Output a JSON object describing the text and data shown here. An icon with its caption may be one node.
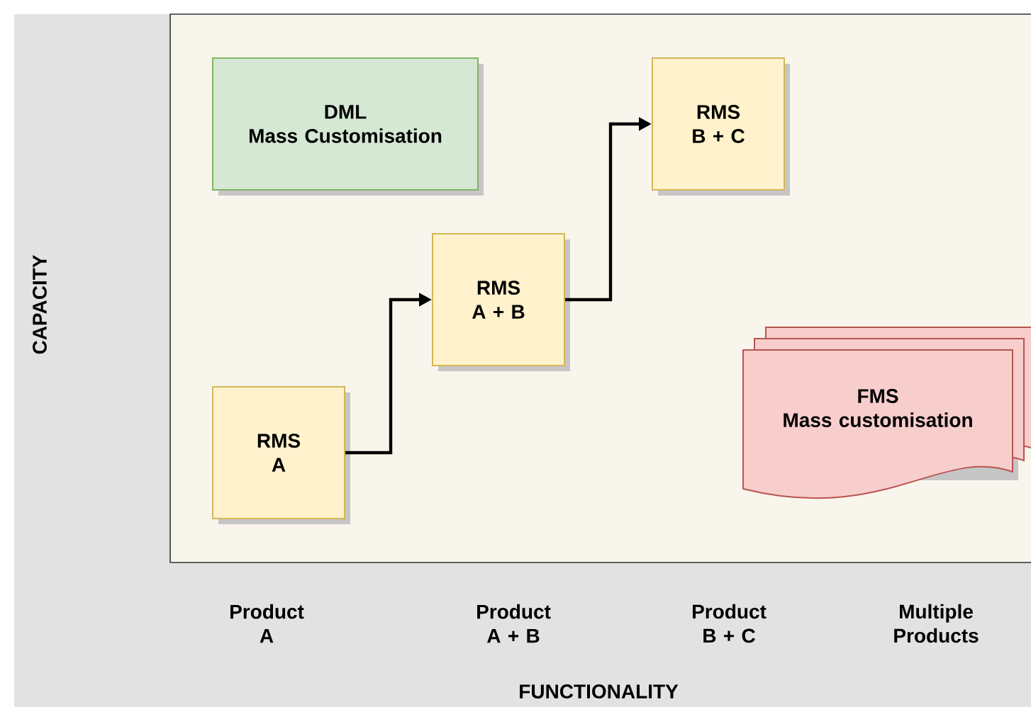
{
  "diagram": {
    "nodes": [
      {
        "text": [
          "DML",
          "Mass Customisation"
        ]
      },
      {
        "text": [
          "RMS",
          "A"
        ]
      },
      {
        "text": [
          "RMS",
          "A + B"
        ]
      },
      {
        "text": [
          "RMS",
          "B + C"
        ]
      },
      {
        "text": [
          "FMS",
          "Mass customisation"
        ]
      }
    ],
    "edges": [
      {
        "from": 1,
        "to": 2,
        "arrow": "to"
      },
      {
        "from": 2,
        "to": 3,
        "arrow": "to"
      }
    ],
    "labels": [
      "CAPACITY",
      "Product A",
      "Product A + B",
      "Product B + C",
      "Multiple Products",
      "FUNCTIONALITY"
    ]
  }
}
